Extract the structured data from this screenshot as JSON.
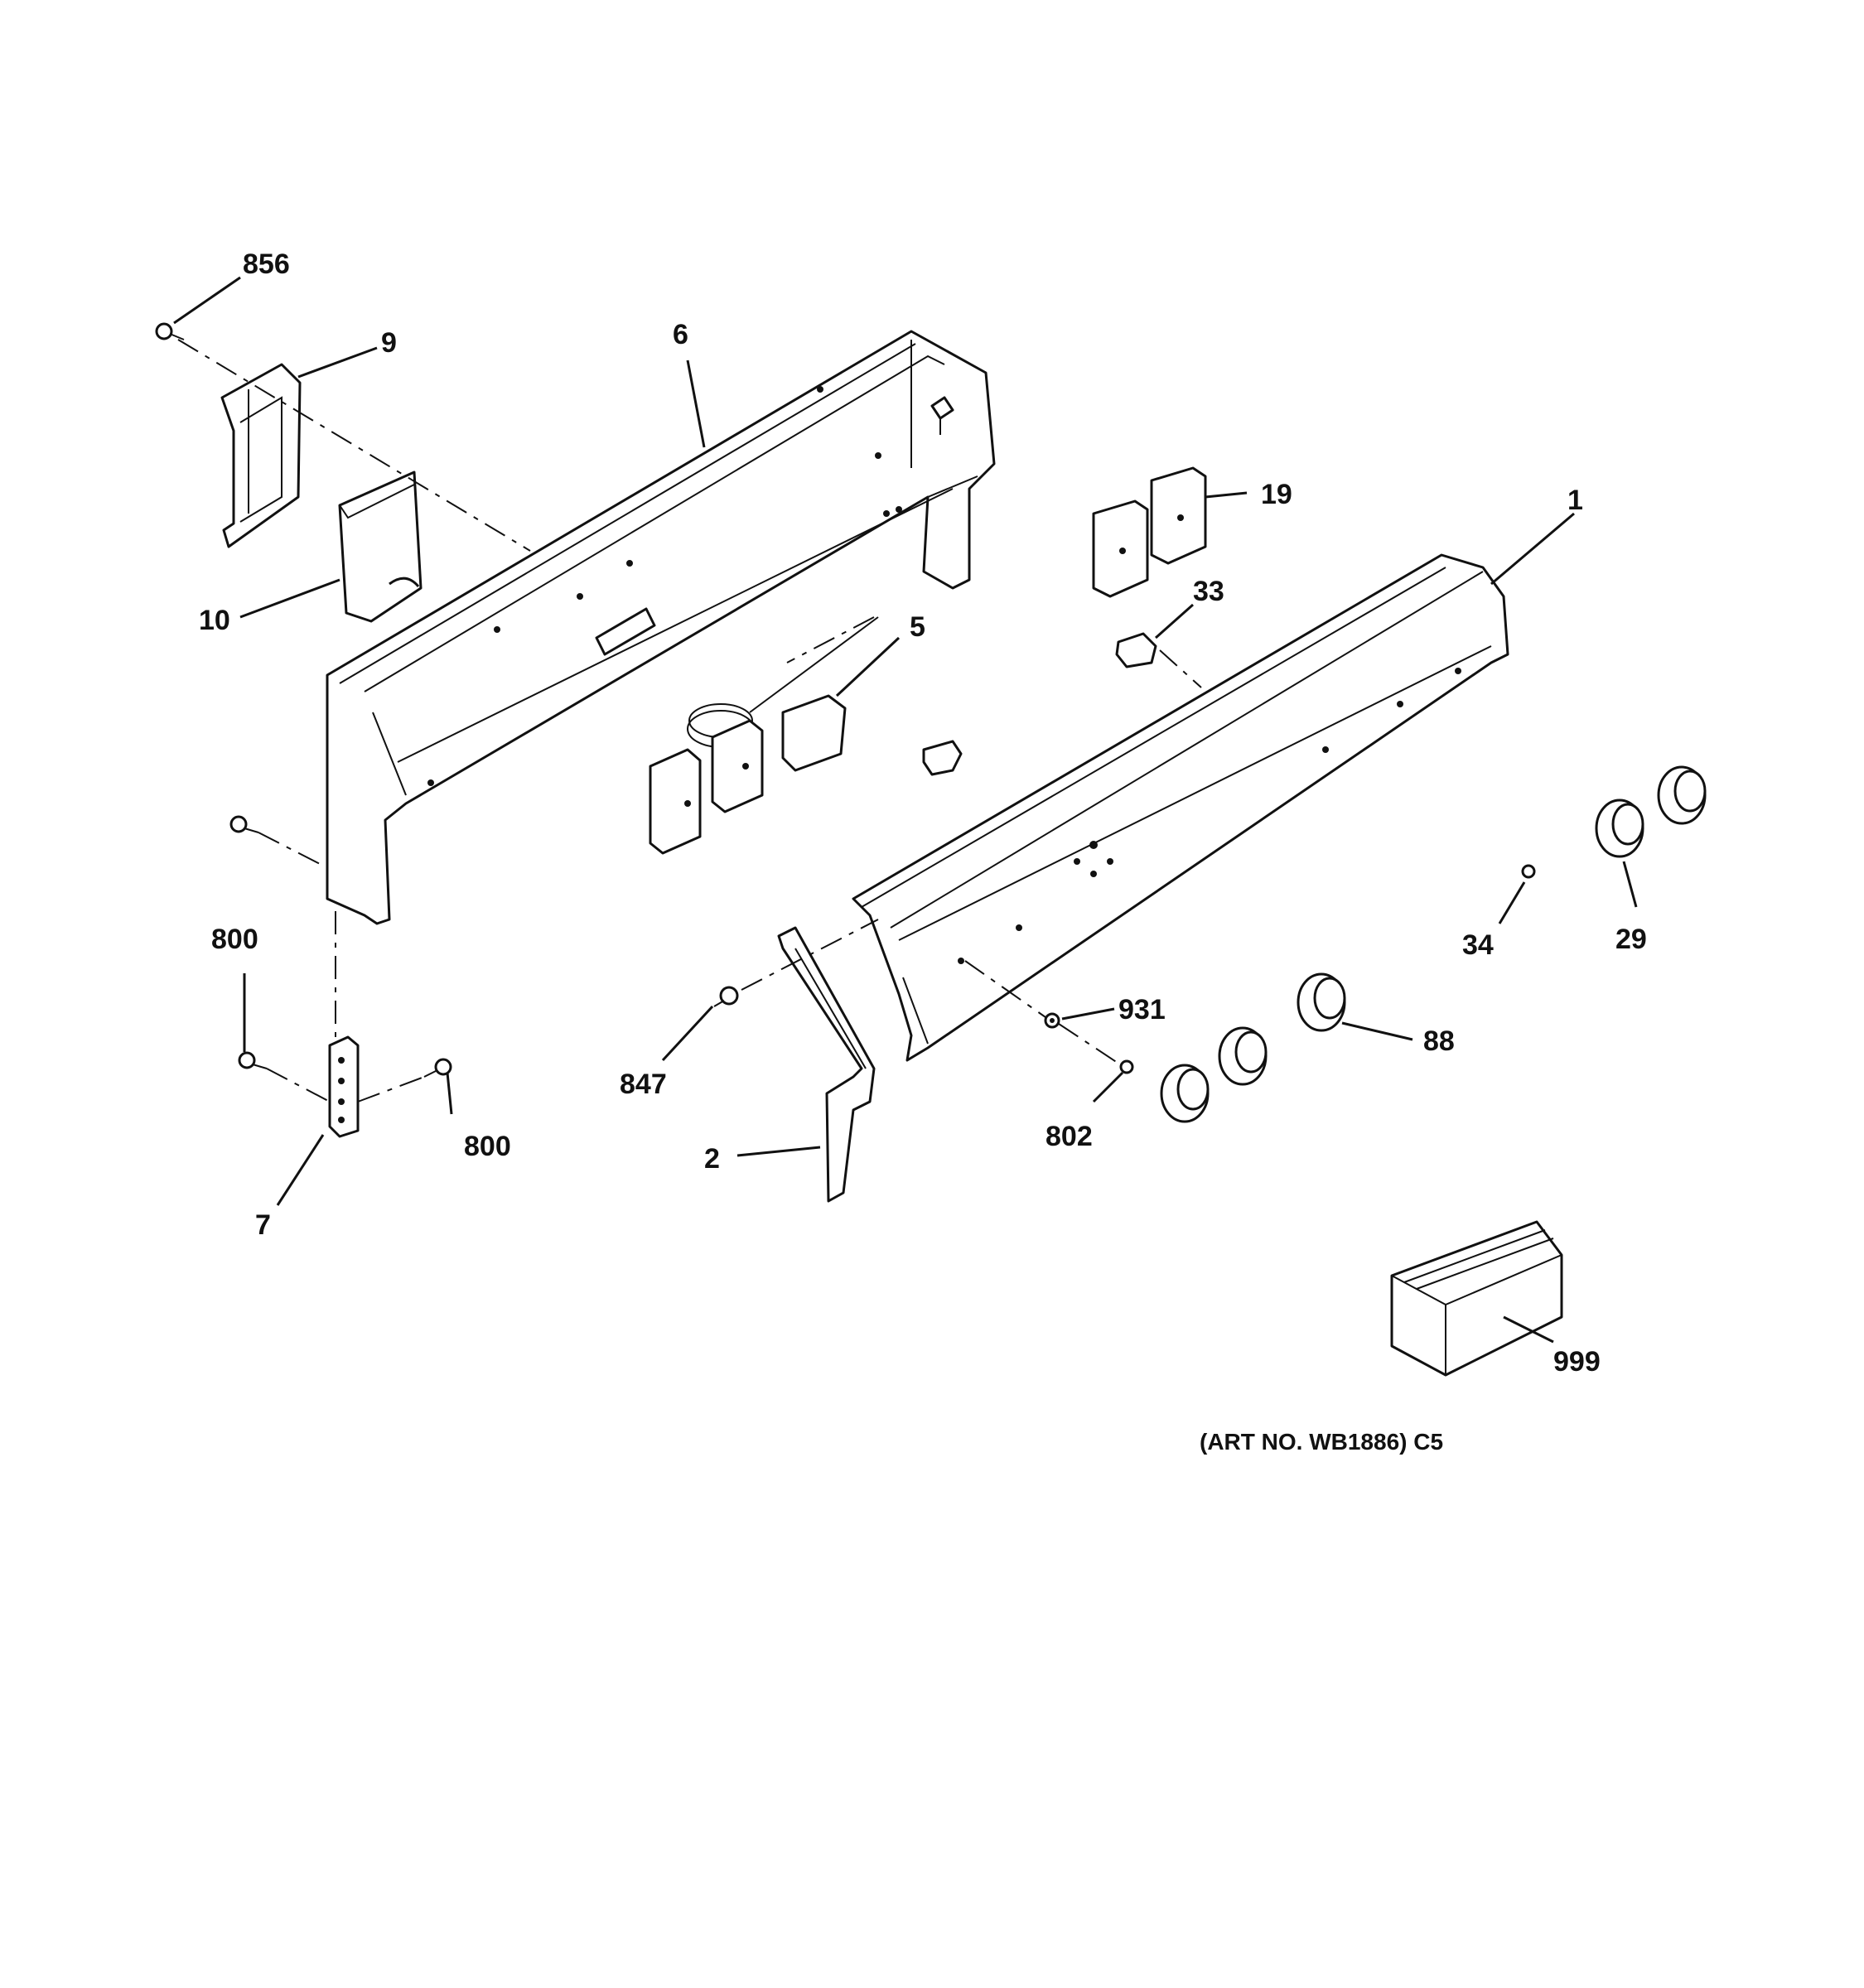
{
  "labels": {
    "p856": "856",
    "p9": "9",
    "p6": "6",
    "p10": "10",
    "p19": "19",
    "p1": "1",
    "p33": "33",
    "p5": "5",
    "p800a": "800",
    "p800b": "800",
    "p7": "7",
    "p847": "847",
    "p2": "2",
    "p931": "931",
    "p802": "802",
    "p88": "88",
    "p34": "34",
    "p29": "29",
    "p999": "999"
  },
  "caption": "(ART NO. WB1886) C5"
}
